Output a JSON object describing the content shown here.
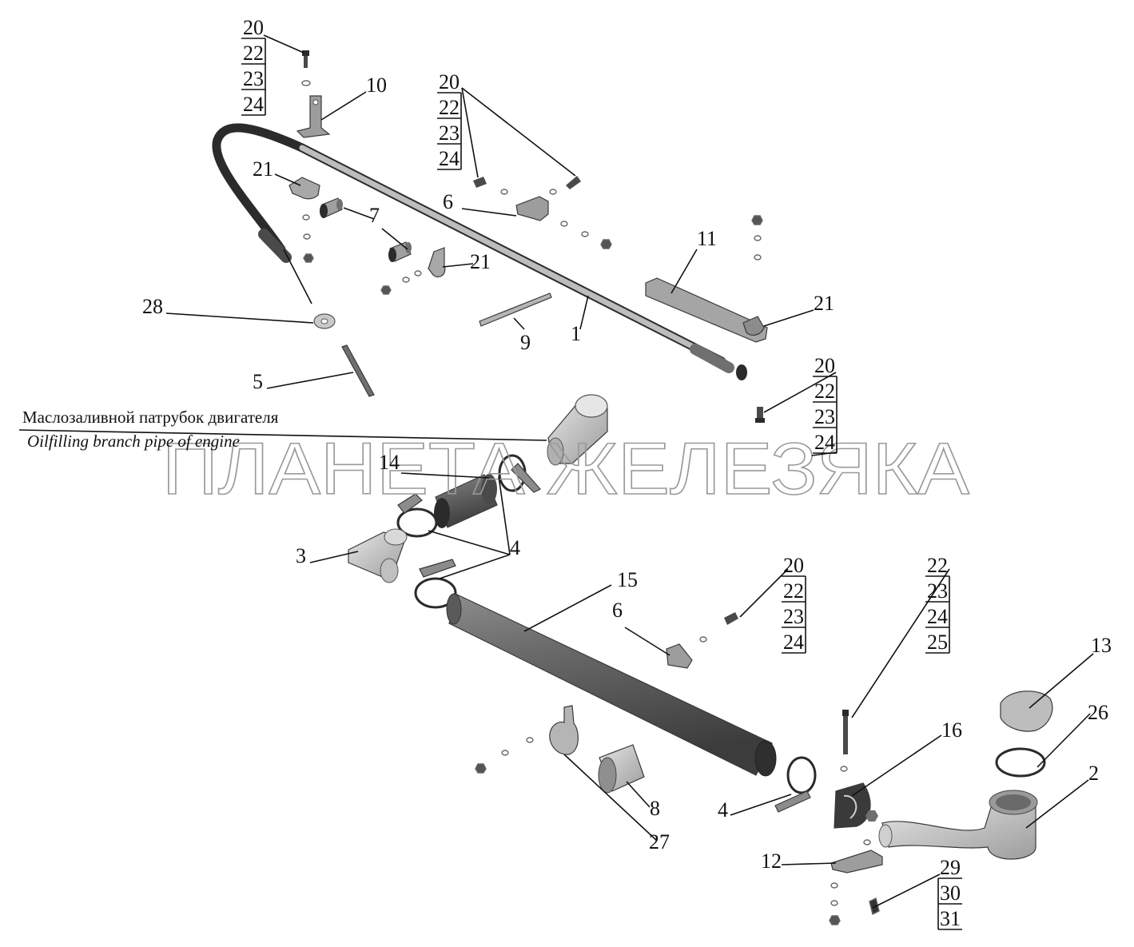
{
  "watermark": "ПЛАНЕТА ЖЕЛЕЗЯКА",
  "caption": {
    "ru": "Маслозаливной патрубок двигателя",
    "en": "Oilfilling branch pipe of engine"
  },
  "callouts": {
    "n1": "1",
    "n2": "2",
    "n3": "3",
    "n4a": "4",
    "n4b": "4",
    "n5": "5",
    "n6a": "6",
    "n6b": "6",
    "n7": "7",
    "n8": "8",
    "n9": "9",
    "n10": "10",
    "n11": "11",
    "n12": "12",
    "n13": "13",
    "n14": "14",
    "n15": "15",
    "n16": "16",
    "n21a": "21",
    "n21b": "21",
    "n21c": "21",
    "n26": "26",
    "n27": "27",
    "n28": "28"
  },
  "stacks": {
    "s1": [
      "20",
      "22",
      "23",
      "24"
    ],
    "s2": [
      "20",
      "22",
      "23",
      "24"
    ],
    "s3": [
      "20",
      "22",
      "23",
      "24"
    ],
    "s4": [
      "20",
      "22",
      "23",
      "24"
    ],
    "s5": [
      "22",
      "23",
      "24",
      "25"
    ],
    "s6": [
      "29",
      "30",
      "31"
    ]
  },
  "colors": {
    "part_fill": "#bdbdbd",
    "part_dark": "#6f6f6f",
    "part_black": "#2b2b2b",
    "line": "#111111",
    "watermark_stroke": "#9a9a9a"
  }
}
